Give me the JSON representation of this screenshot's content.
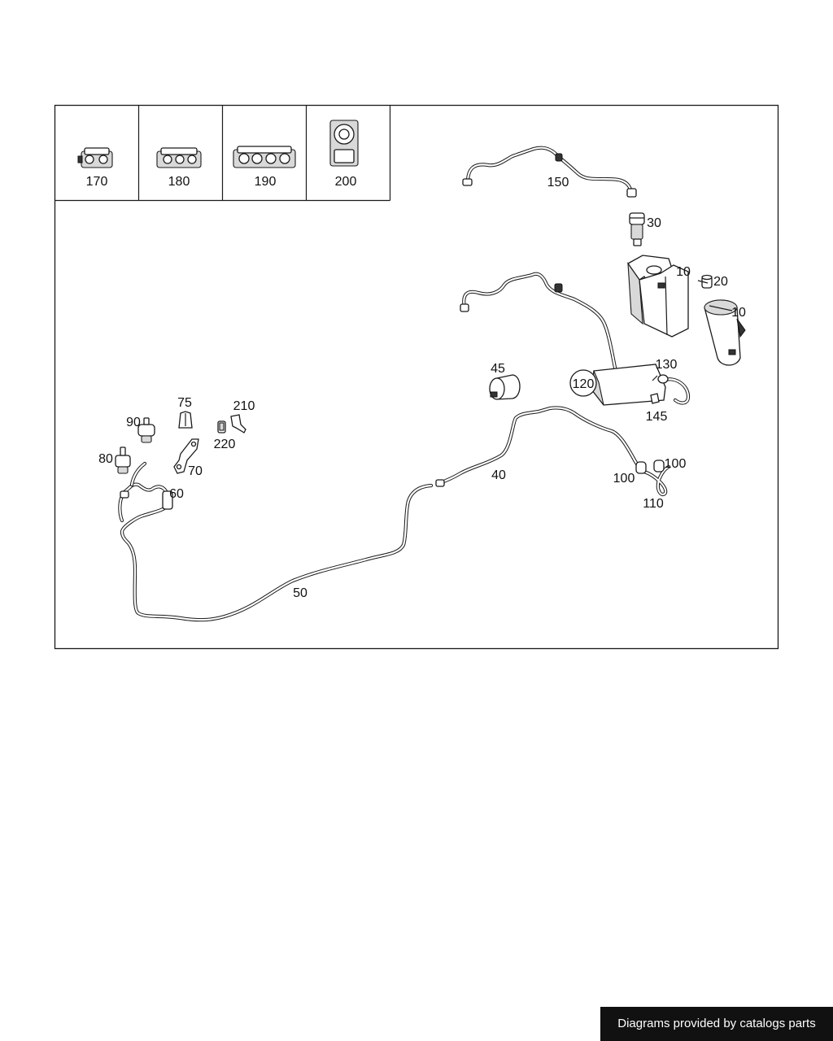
{
  "callouts": {
    "c170": "170",
    "c180": "180",
    "c190": "190",
    "c200": "200",
    "c150": "150",
    "c30": "30",
    "c10a": "10",
    "c20": "20",
    "c10b": "10",
    "c130": "130",
    "c120": "120",
    "c145": "145",
    "c45": "45",
    "c40": "40",
    "c100a": "100",
    "c100b": "100",
    "c110": "110",
    "c50": "50",
    "c75": "75",
    "c210": "210",
    "c90": "90",
    "c220": "220",
    "c80": "80",
    "c70": "70",
    "c60": "60"
  },
  "footer": {
    "text": "Diagrams provided by catalogs parts"
  },
  "colors": {
    "line": "#1a1a1a",
    "footer_bg": "#111111",
    "footer_fg": "#ffffff"
  }
}
